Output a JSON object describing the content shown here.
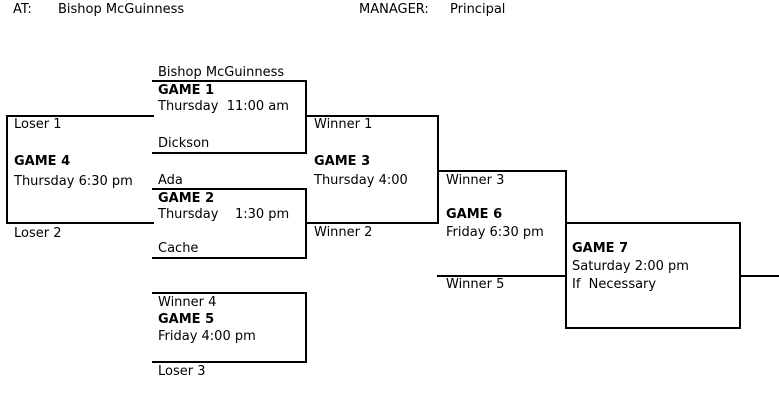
{
  "header": {
    "at_label": "AT:",
    "at_value": "Bishop McGuinness",
    "manager_label": "MANAGER:",
    "manager_value": "Principal"
  },
  "bracket": {
    "game1": {
      "team_top": "Bishop McGuinness",
      "title": "GAME 1",
      "time": "Thursday  11:00 am",
      "team_bottom": "Dickson"
    },
    "game2": {
      "team_top": "Ada",
      "title": "GAME 2",
      "time": "Thursday    1:30 pm",
      "team_bottom": "Cache"
    },
    "game3": {
      "top": "Winner 1",
      "title": "GAME 3",
      "time": "Thursday 4:00",
      "bottom": "Winner 2"
    },
    "game4": {
      "top": "Loser 1",
      "title": "GAME 4",
      "time": "Thursday 6:30 pm",
      "bottom": "Loser 2"
    },
    "game5": {
      "top": "Winner 4",
      "title": "GAME 5",
      "time": "Friday 4:00 pm",
      "bottom": "Loser 3"
    },
    "game6": {
      "top": "Winner 3",
      "title": "GAME 6",
      "time": "Friday 6:30 pm",
      "bottom": "Winner 5"
    },
    "game7": {
      "title": "GAME 7",
      "time": "Saturday 2:00 pm",
      "note": "If  Necessary"
    }
  }
}
